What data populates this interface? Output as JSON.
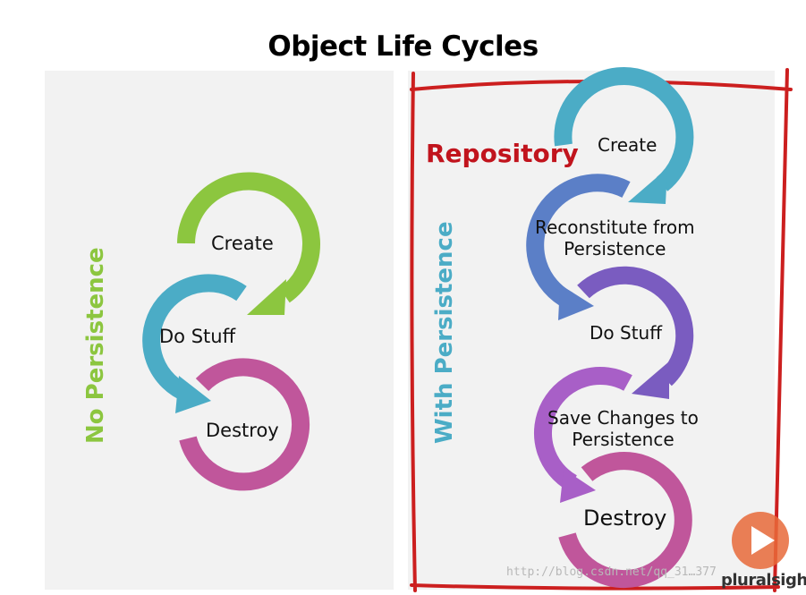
{
  "title": "Object Life Cycles",
  "left": {
    "side_label": "No Persistence",
    "steps": [
      "Create",
      "Do Stuff",
      "Destroy"
    ]
  },
  "right": {
    "highlight_label": "Repository",
    "side_label": "With Persistence",
    "steps": [
      "Create",
      "Reconstitute from\nPersistence",
      "Do Stuff",
      "Save Changes to\nPersistence",
      "Destroy"
    ]
  },
  "watermark": "http://blog.csdn.net/qq_31…377",
  "brand": "pluralsight",
  "colors": {
    "green": "#8cc63f",
    "teal": "#4bacc6",
    "pink": "#c0569b",
    "blue": "#5b7fc7",
    "purple": "#7a5cc0",
    "violet": "#a85fc7",
    "magenta": "#c0569b",
    "red": "#cc1f1f"
  }
}
